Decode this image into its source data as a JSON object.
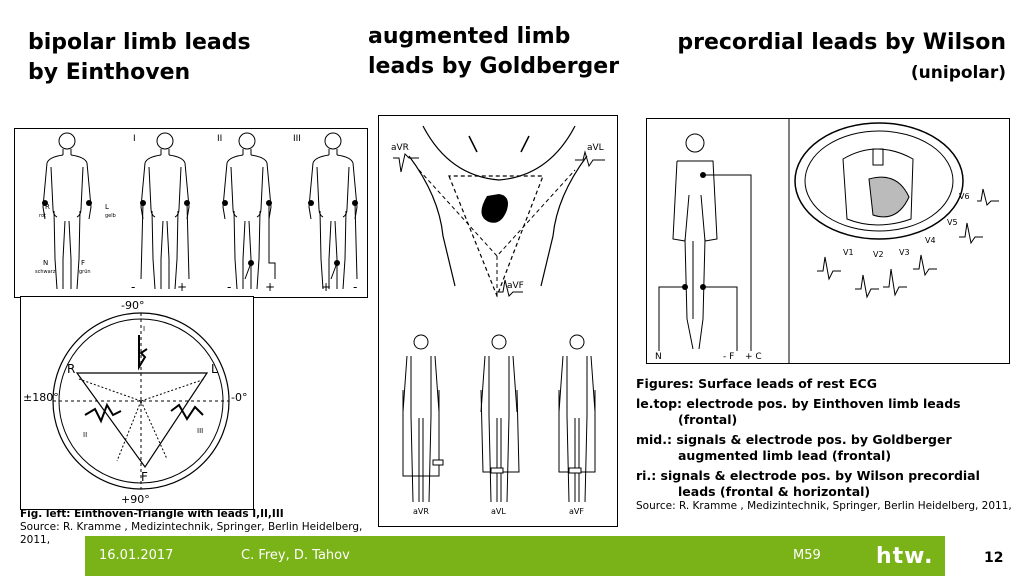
{
  "headings": {
    "einthoven_line1": "bipolar limb leads",
    "einthoven_line2": "by Einthoven",
    "goldberger_line1": "augmented limb",
    "goldberger_line2": "leads by Goldberger",
    "wilson_line1": "precordial leads by Wilson",
    "wilson_line2": "(unipolar)"
  },
  "einthoven_figure": {
    "lead_labels": [
      "I",
      "II",
      "III"
    ],
    "electrode_labels": {
      "r": "R",
      "r_color": "rot",
      "l": "L",
      "l_color": "gelb",
      "n": "N",
      "n_color": "schwarz",
      "f": "F",
      "f_color": "grün"
    },
    "signs": [
      "-",
      "+",
      "-",
      "+",
      "+",
      "-"
    ]
  },
  "triangle_figure": {
    "top_angle": "-90°",
    "left_angle": "±180°",
    "right_angle": "-0°",
    "bottom_angle": "+90°",
    "r": "R",
    "l": "L",
    "f": "F",
    "lead_i": "I",
    "lead_ii": "II",
    "lead_iii": "III"
  },
  "goldberger_figure": {
    "avr": "aVR",
    "avl": "aVL",
    "avf": "aVF",
    "bottom_labels": [
      "aVR",
      "aVL",
      "aVF"
    ]
  },
  "wilson_figure": {
    "n": "N",
    "minus_f": "- F",
    "plus_c": "+ C",
    "leads": [
      "V1",
      "V2",
      "V3",
      "V4",
      "V5",
      "V6"
    ]
  },
  "captions": {
    "left_bold": "Fig. left: Einthoven-Triangle with leads I,II,III",
    "left_source": "Source: R. Kramme , Medizintechnik, Springer, Berlin Heidelberg, 2011,",
    "right_title": "Figures: Surface leads of rest ECG",
    "right_item1_a": "le.top: electrode pos. by Einthoven limb leads",
    "right_item1_b": "(frontal)",
    "right_item2_a": "mid.: signals & electrode pos. by Goldberger",
    "right_item2_b": "augmented limb lead (frontal)",
    "right_item3_a": "ri.: signals & electrode pos. by Wilson precordial",
    "right_item3_b": "leads (frontal & horizontal)",
    "right_source": "Source: R. Kramme , Medizintechnik, Springer, Berlin Heidelberg, 2011,"
  },
  "footer": {
    "date": "16.01.2017",
    "authors": "C. Frey, D. Tahov",
    "code": "M59",
    "logo": "htw.",
    "page": "12"
  },
  "colors": {
    "footer_bg": "#7ab317"
  }
}
